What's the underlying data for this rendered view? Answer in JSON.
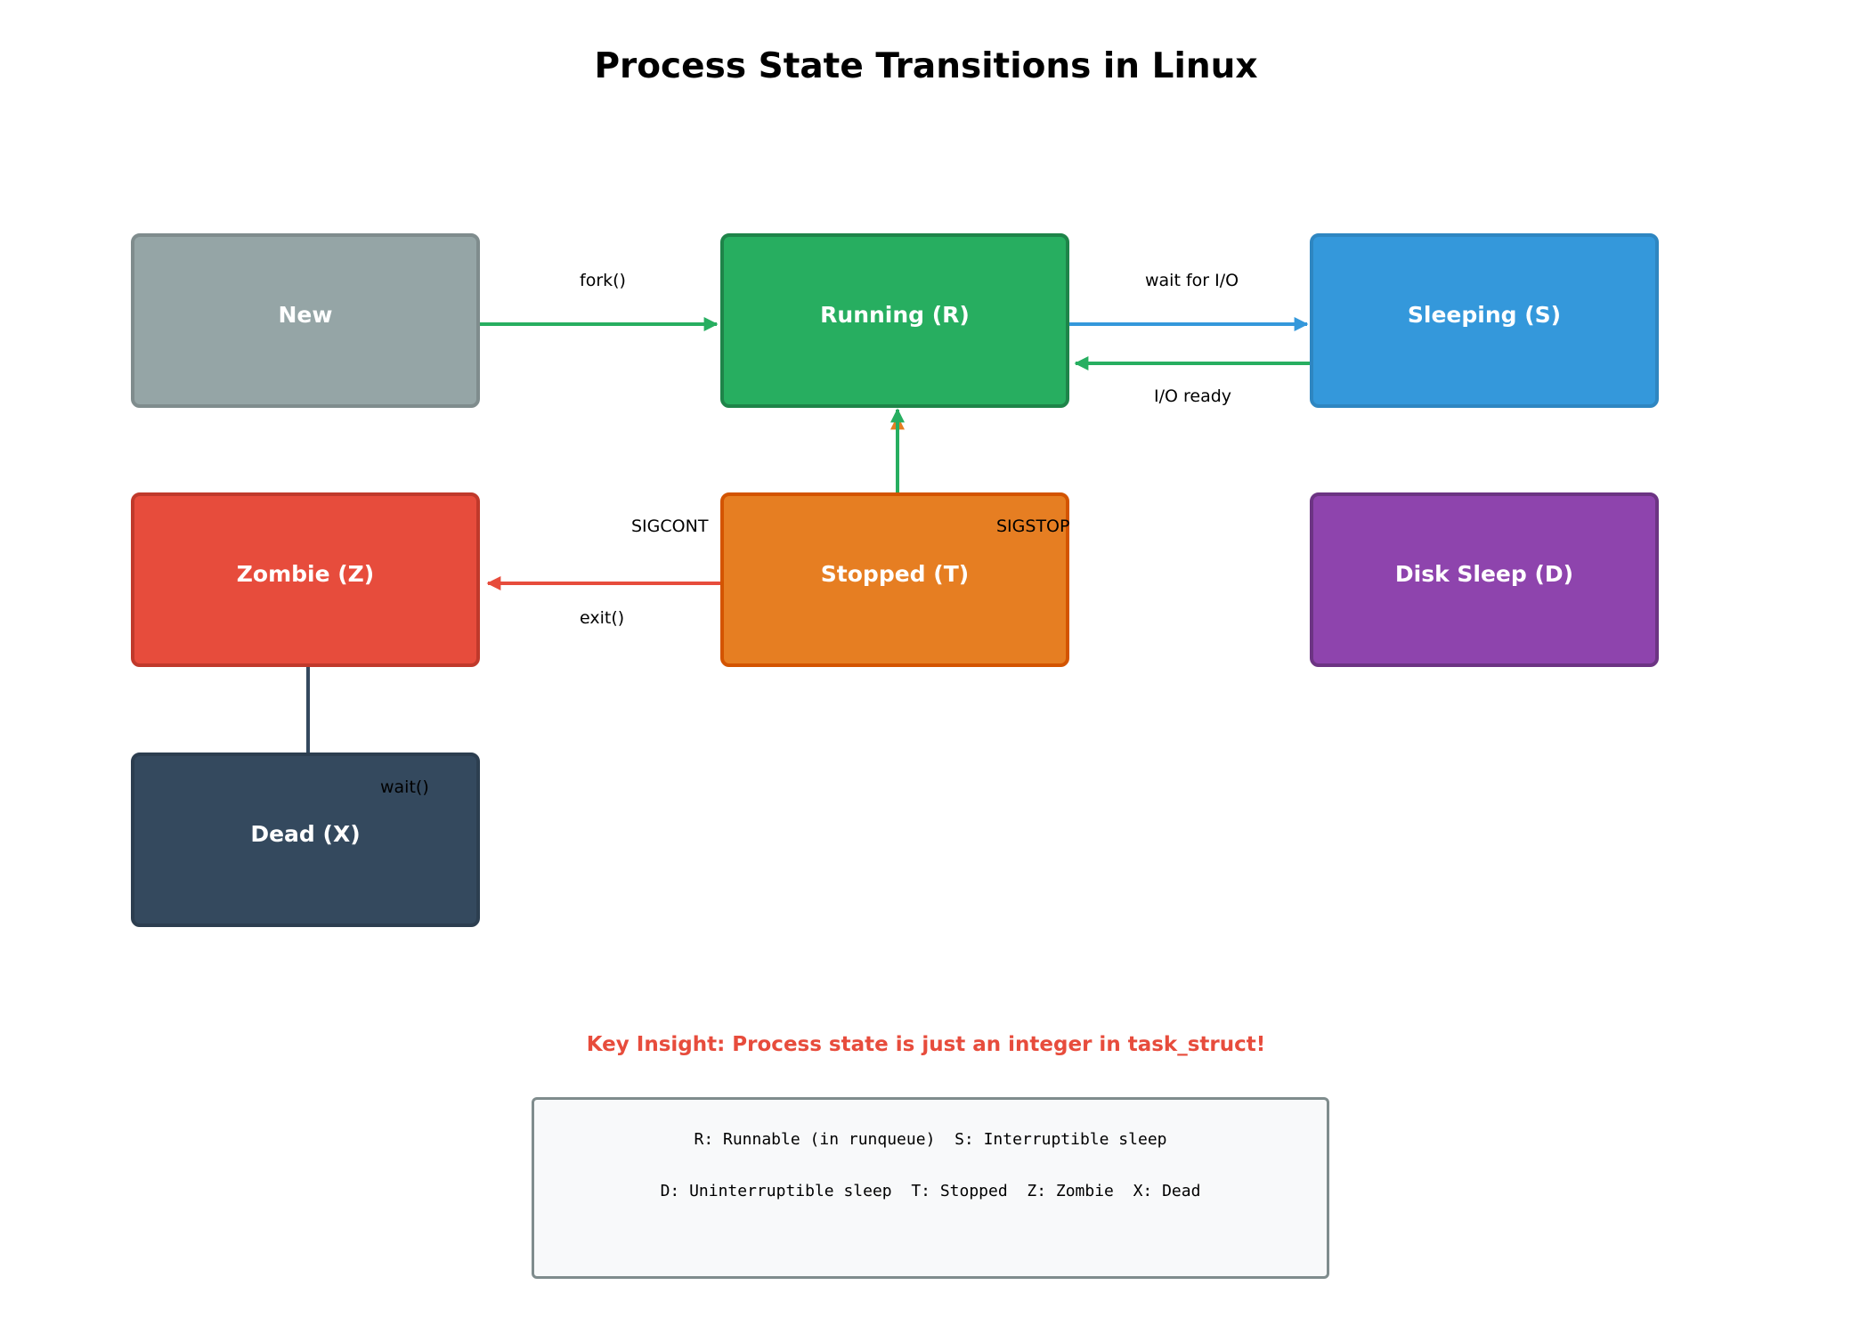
{
  "title": "Process State Transitions in Linux",
  "states": {
    "new": {
      "label": "New",
      "fill": "#95a5a6",
      "border": "#7f8c8d"
    },
    "running": {
      "label": "Running (R)",
      "fill": "#27ae60",
      "border": "#1e8449"
    },
    "sleeping": {
      "label": "Sleeping (S)",
      "fill": "#3498db",
      "border": "#2e86c1"
    },
    "zombie": {
      "label": "Zombie (Z)",
      "fill": "#e74c3c",
      "border": "#c0392b"
    },
    "stopped": {
      "label": "Stopped (T)",
      "fill": "#e67e22",
      "border": "#d35400"
    },
    "disk_sleep": {
      "label": "Disk Sleep (D)",
      "fill": "#8e44ad",
      "border": "#6c3483"
    },
    "dead": {
      "label": "Dead (X)",
      "fill": "#34495e",
      "border": "#2c3e50"
    }
  },
  "transitions": {
    "fork": {
      "label": "fork()",
      "from": "New",
      "to": "Running (R)",
      "color": "#27ae60"
    },
    "wait_io": {
      "label": "wait for I/O",
      "from": "Running (R)",
      "to": "Sleeping (S)",
      "color": "#3498db"
    },
    "io_ready": {
      "label": "I/O ready",
      "from": "Sleeping (S)",
      "to": "Running (R)",
      "color": "#27ae60"
    },
    "sigcont": {
      "label": "SIGCONT",
      "from": "Stopped (T)",
      "to": "Running (R)",
      "color": "#27ae60"
    },
    "sigstop": {
      "label": "SIGSTOP",
      "from": "Running (R)",
      "to": "Stopped (T)",
      "color": "#e67e22"
    },
    "exit": {
      "label": "exit()",
      "from": "Stopped (T)",
      "to": "Zombie (Z)",
      "color": "#e74c3c"
    },
    "wait": {
      "label": "wait()",
      "from": "Zombie (Z)",
      "to": "Dead (X)",
      "color": "#34495e"
    }
  },
  "insight": {
    "text": "Key Insight: Process state is just an integer in task_struct!",
    "color": "#e74c3c"
  },
  "legend": {
    "line1": "R: Runnable (in runqueue)  S: Interruptible sleep",
    "line2": "D: Uninterruptible sleep  T: Stopped  Z: Zombie  X: Dead"
  }
}
